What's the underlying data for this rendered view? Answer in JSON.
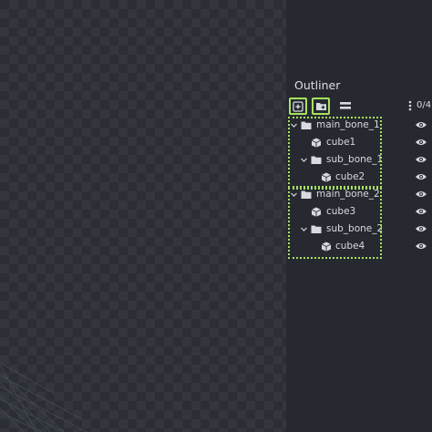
{
  "outliner": {
    "title": "Outliner",
    "count": "0/4",
    "toolbar": {
      "add_icon": "add-cube-icon",
      "add_group_icon": "add-group-icon",
      "collapse_icon": "collapse-all-icon",
      "menu_icon": "more-vertical-icon"
    },
    "tree": [
      {
        "label": "main_bone_1",
        "type": "group",
        "depth": 0,
        "expanded": true
      },
      {
        "label": "cube1",
        "type": "cube",
        "depth": 1
      },
      {
        "label": "sub_bone_1",
        "type": "group",
        "depth": 1,
        "expanded": true
      },
      {
        "label": "cube2",
        "type": "cube",
        "depth": 2
      },
      {
        "label": "main_bone_2",
        "type": "group",
        "depth": 0,
        "expanded": true
      },
      {
        "label": "cube3",
        "type": "cube",
        "depth": 1
      },
      {
        "label": "sub_bone_2",
        "type": "group",
        "depth": 1,
        "expanded": true
      },
      {
        "label": "cube4",
        "type": "cube",
        "depth": 2
      }
    ]
  },
  "colors": {
    "highlight": "#a8e05f",
    "panel_bg": "#262a30",
    "text": "#d8dadf"
  }
}
